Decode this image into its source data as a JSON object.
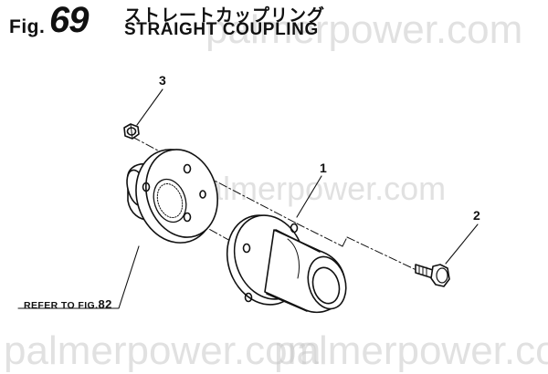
{
  "header": {
    "fig_prefix": "Fig.",
    "fig_number": "69",
    "title_jp": "ストレートカップリング",
    "title_en": "STRAIGHT COUPLING"
  },
  "watermarks": {
    "top": "palmerpower.com",
    "middle": "palmerpower.com",
    "bottom_left": "palmerpower.com",
    "bottom_right": "palmerpower.com"
  },
  "callouts": {
    "part_1": "1",
    "part_2": "2",
    "part_3": "3"
  },
  "reference": {
    "text": "REFER TO FIG.",
    "fig": "82"
  }
}
